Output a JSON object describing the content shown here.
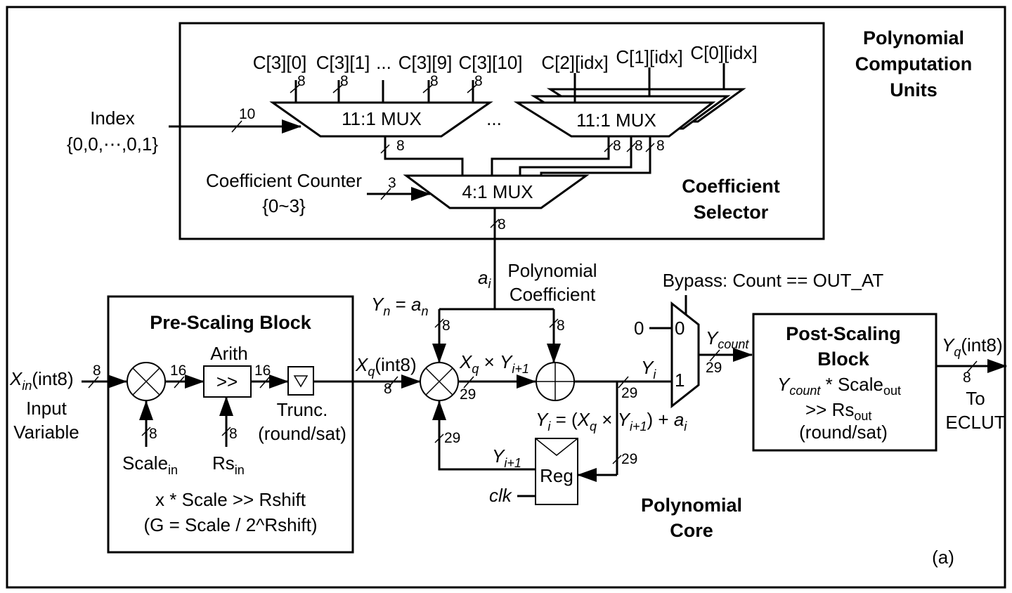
{
  "title": "Polynomial Computation Units",
  "panel_label": "(a)",
  "coefficient_selector": {
    "title_line1": "Coefficient",
    "title_line2": "Selector",
    "mux_left_label": "11:1 MUX",
    "mux_right_label": "11:1 MUX",
    "mux_final_label": "4:1 MUX",
    "ellipsis_between_muxes": "...",
    "coef_inputs": {
      "c30": "C[3][0]",
      "c31": "C[3][1]",
      "dots": "...",
      "c39": "C[3][9]",
      "c310": "C[3][10]",
      "c2idx": "C[2][idx]",
      "c1idx": "C[1][idx]",
      "c0idx": "C[0][idx]"
    },
    "index_label": "Index",
    "index_value": "{0,0,⋯,0,1}",
    "index_width": "10",
    "counter_label": "Coefficient Counter",
    "counter_range": "{0~3}",
    "counter_width": "3",
    "bus_width": "8"
  },
  "pre_scaling": {
    "title": "Pre-Scaling Block",
    "input_label": "(int8)",
    "input_desc_line1": "Input",
    "input_desc_line2": "Variable",
    "input_width": "8",
    "mult_out_width": "16",
    "shifter_top_label": "Arith",
    "shifter_label": ">>",
    "shift_out_width": "16",
    "trunc_label": "Trunc.",
    "trunc_mode": "(round/sat)",
    "scale_label": "Scale",
    "scale_sub": "in",
    "scale_width": "8",
    "rs_label": "Rs",
    "rs_sub": "in",
    "rs_width": "8",
    "formula_line1": "x * Scale >> Rshift",
    "formula_line2": "(G = Scale / 2^Rshift)"
  },
  "polynomial_core": {
    "title_line1": "Polynomial",
    "title_line2": "Core",
    "coef_label_line1": "Polynomial",
    "coef_label_line2": "Coefficient",
    "xq_label": "(int8)",
    "xq_width": "8",
    "init_eq": " = ",
    "product_op": " × ",
    "width_8": "8",
    "width_29": "29",
    "reg_label": "Reg",
    "clk_label": "clk",
    "eq_open": " = (",
    "eq_close": ") + "
  },
  "bypass": {
    "label": "Bypass: Count == OUT_AT",
    "zero_value": "0",
    "mux_in0": "0",
    "mux_in1": "1",
    "out_width": "29"
  },
  "post_scaling": {
    "title_line1": "Post-Scaling",
    "title_line2": "Block",
    "formula_line1_tail": " * Scale",
    "formula_line1_sub": "out",
    "formula_line2": ">> Rs",
    "formula_line2_sub": "out",
    "mode": "(round/sat)",
    "output_label": "(int8)",
    "output_width": "8",
    "output_dest_line1": "To",
    "output_dest_line2": "ECLUT"
  }
}
